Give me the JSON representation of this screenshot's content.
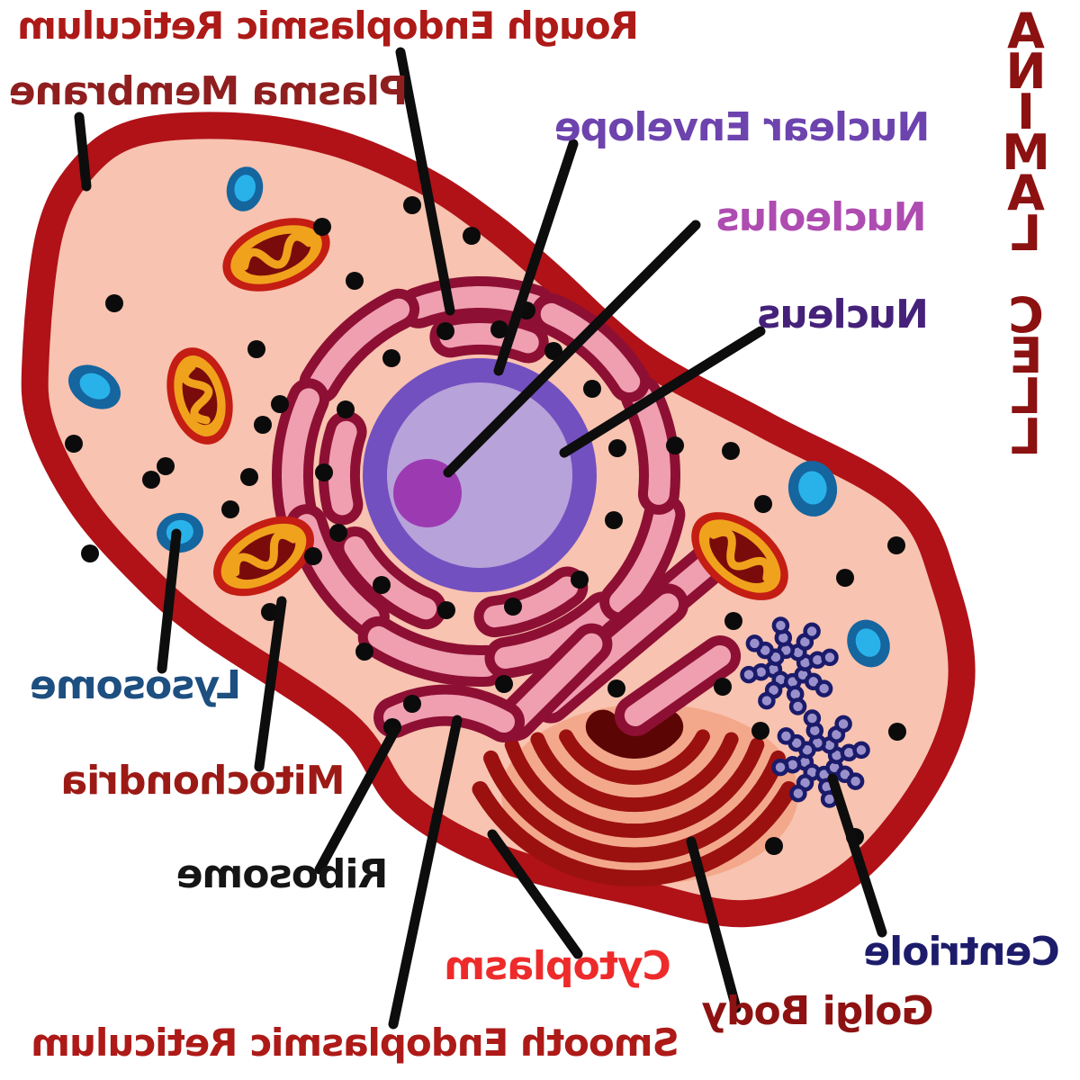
{
  "title": {
    "words": [
      "ANIMAL",
      "CELL"
    ],
    "color": "#8c1111"
  },
  "labels": {
    "rough_er": {
      "text": "Rough Endoplasmic Reticulum",
      "color": "#ad1a17"
    },
    "plasma_membrane": {
      "text": "Plasma Membrane",
      "color": "#8f1f1f"
    },
    "nuclear_envelope": {
      "text": "Nuclear Envelope",
      "color": "#6d43ae"
    },
    "nucleolus": {
      "text": "Nucleolus",
      "color": "#ae4cb1"
    },
    "nucleus": {
      "text": "Nucleus",
      "color": "#45217a"
    },
    "lysosome": {
      "text": "Lysosome",
      "color": "#1d4f80"
    },
    "mitochondria": {
      "text": "Mitochondria",
      "color": "#9c1a16"
    },
    "ribosome": {
      "text": "Ribosome",
      "color": "#151515"
    },
    "cytoplasm": {
      "text": "Cytoplasm",
      "color": "#ee2b2b"
    },
    "smooth_er": {
      "text": "Smooth Endoplasmic Reticulum",
      "color": "#ad1a17"
    },
    "golgi_body": {
      "text": "Golgi Body",
      "color": "#8e1212"
    },
    "centriole": {
      "text": "Centriole",
      "color": "#1c1c6b"
    }
  },
  "colors": {
    "background": "#ffffff",
    "membrane": "#b01218",
    "cytoplasm": "#f8c3b0",
    "nuclear_envelope": "#7350c0",
    "nucleoplasm": "#b7a2d9",
    "nucleolus": "#9c3ab2",
    "er_outline": "#8d1034",
    "er_fill": "#ef9fb0",
    "mito_ring": "#c41d14",
    "mito_body": "#f0a21c",
    "mito_inner": "#7a0b0b",
    "vesicle_outer": "#15659f",
    "vesicle_inner": "#29b2ea",
    "centriole_stroke": "#1b1b6b",
    "centriole_fill": "#9a91cc",
    "golgi_halo": "#f3a88b",
    "golgi_band": "#9b1110",
    "golgi_dark": "#5c0505",
    "ribosome": "#0b0b0b",
    "line": "#0d0d0d"
  }
}
